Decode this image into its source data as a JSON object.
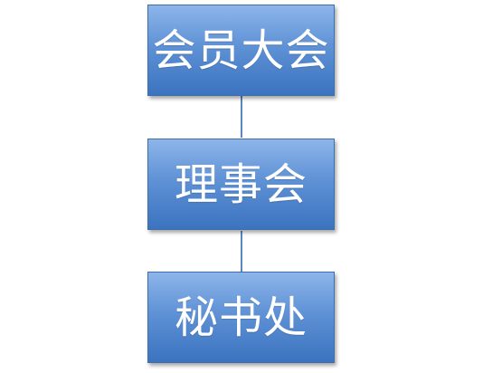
{
  "diagram": {
    "nodes": [
      {
        "label": "会员大会"
      },
      {
        "label": "理事会"
      },
      {
        "label": "秘书处"
      }
    ],
    "colors": {
      "node_fill_top": "#8db5ea",
      "node_fill_bottom": "#3b73bf",
      "node_border": "#3f6faa",
      "connector": "#5b87bd",
      "text": "#ffffff"
    }
  }
}
